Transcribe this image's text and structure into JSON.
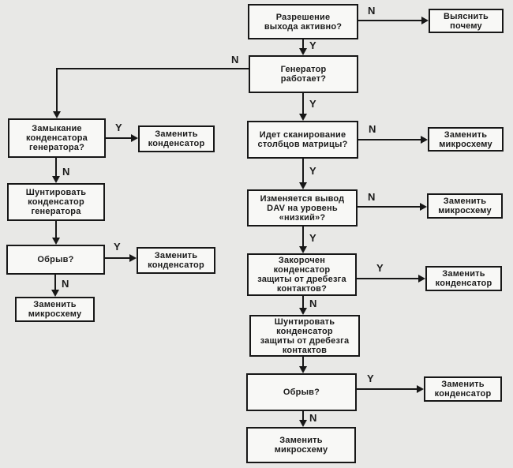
{
  "diagram": {
    "description": "Flowchart: keyboard controller troubleshooting",
    "colors": {
      "background": "#e8e8e6",
      "box_fill": "#f8f8f6",
      "line": "#171717",
      "text": "#1b1b1b"
    },
    "edge_labels": {
      "yes": "Y",
      "no": "N"
    },
    "nodes": {
      "output_enable_q": {
        "label": "Разрешение\nвыхода активно?"
      },
      "find_out_why": {
        "label": "Выяснить\nпочему"
      },
      "generator_works_q": {
        "label": "Генератор\nработает?"
      },
      "gen_cap_short_q": {
        "label": "Замыкание\nконденсатора\nгенератора?"
      },
      "replace_cap_a": {
        "label": "Заменить\nконденсатор"
      },
      "shunt_gen_cap": {
        "label": "Шунтировать\nконденсатор\nгенератора"
      },
      "open_left_q": {
        "label": "Обрыв?"
      },
      "replace_cap_b": {
        "label": "Заменить\nконденсатор"
      },
      "replace_chip_a": {
        "label": "Заменить\nмикросхему"
      },
      "scan_columns_q": {
        "label": "Идет сканирование\nстолбцов матрицы?"
      },
      "replace_chip_b": {
        "label": "Заменить\nмикросхему"
      },
      "dav_low_q": {
        "label": "Изменяется вывод\nDAV на уровень\n«низкий»?"
      },
      "replace_chip_c": {
        "label": "Заменить\nмикросхему"
      },
      "bounce_cap_short_q": {
        "label": "Закорочен\nконденсатор\nзащиты от дребезга\nконтактов?"
      },
      "replace_cap_c": {
        "label": "Заменить\nконденсатор"
      },
      "shunt_bounce_cap": {
        "label": "Шунтировать\nконденсатор\nзащиты от дребезга\nконтактов"
      },
      "open_main_q": {
        "label": "Обрыв?"
      },
      "replace_cap_d": {
        "label": "Заменить\nконденсатор"
      },
      "replace_chip_d": {
        "label": "Заменить\nмикросхему"
      }
    }
  }
}
